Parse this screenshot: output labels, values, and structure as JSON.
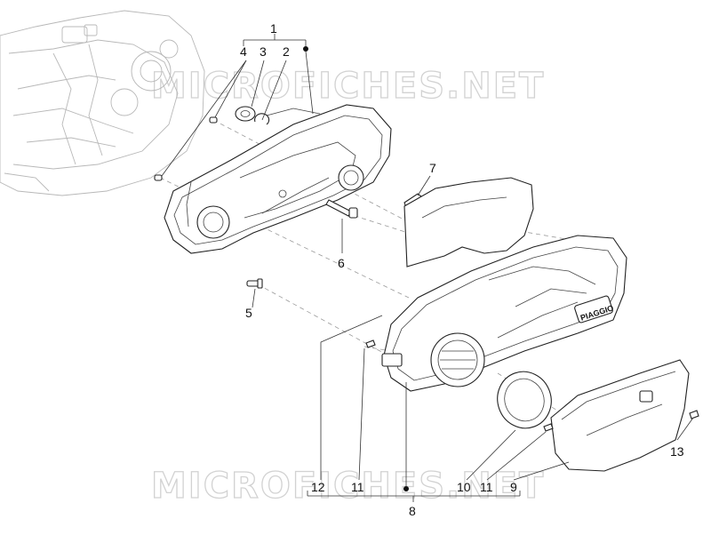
{
  "watermark": "MICROFICHES.NET",
  "callouts": {
    "c1": "1",
    "c2": "2",
    "c3": "3",
    "c4": "4",
    "c5": "5",
    "c6": "6",
    "c7": "7",
    "c8": "8",
    "c9": "9",
    "c10": "10",
    "c11a": "11",
    "c11b": "11",
    "c12": "12",
    "c13": "13"
  },
  "brand_badge": "PIAGGIO",
  "colors": {
    "line": "#222222",
    "ghost": "#b8b8b8",
    "watermark": "#d2d2d2"
  }
}
